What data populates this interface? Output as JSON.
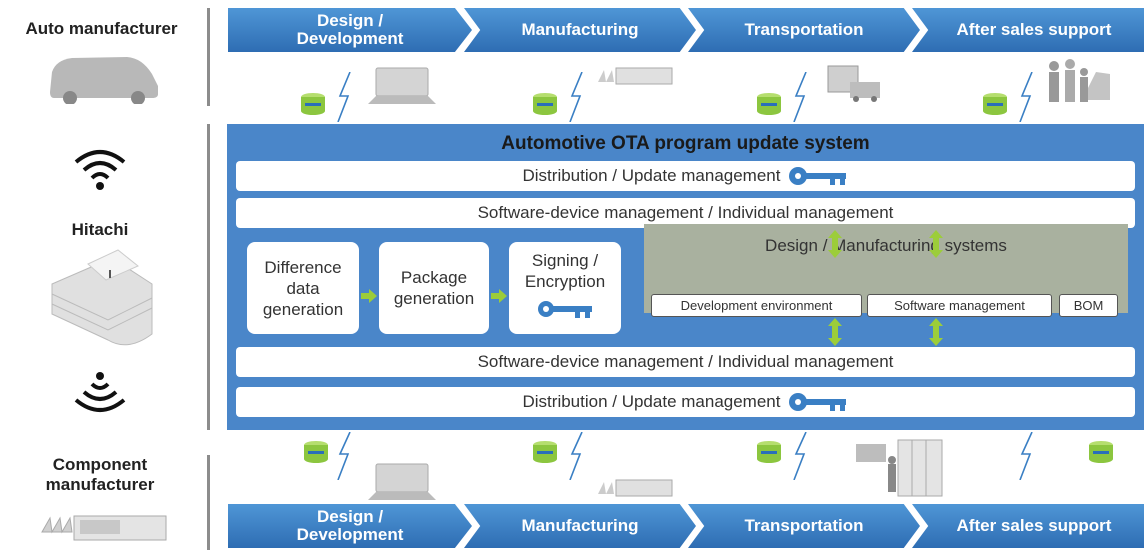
{
  "left_labels": {
    "auto": "Auto manufacturer",
    "hitachi": "Hitachi",
    "component": "Component manufacturer"
  },
  "top_flow": [
    {
      "label": "Design / Development"
    },
    {
      "label": "Manufacturing"
    },
    {
      "label": "Transportation"
    },
    {
      "label": "After sales support"
    }
  ],
  "bottom_flow": [
    {
      "label": "Design / Development"
    },
    {
      "label": "Manufacturing"
    },
    {
      "label": "Transportation"
    },
    {
      "label": "After sales support"
    }
  ],
  "system": {
    "title": "Automotive OTA program update system",
    "distribution_top": "Distribution / Update management",
    "sw_mgmt_top": "Software-device management / Individual management",
    "steps": {
      "diff": "Difference data generation",
      "package": "Package generation",
      "signing": "Signing / Encryption"
    },
    "design_systems": {
      "title": "Design / Manufacturing systems",
      "items": [
        "Development environment",
        "Software management",
        "BOM"
      ]
    },
    "sw_mgmt_bottom": "Software-device management / Individual management",
    "distribution_bottom": "Distribution / Update management"
  },
  "colors": {
    "chevron": "#3a7fc4",
    "panel": "#4a86c9",
    "gray_panel": "#a9b19f",
    "db_green": "#8cc63f",
    "key_blue": "#3a7fc4",
    "arrow": "#9ccd3a"
  },
  "icons": [
    "car-icon",
    "wifi-icon",
    "building-icon",
    "database-key-icon",
    "key-icon",
    "lightning-icon",
    "factory-icon",
    "people-icon",
    "truck-icon"
  ]
}
